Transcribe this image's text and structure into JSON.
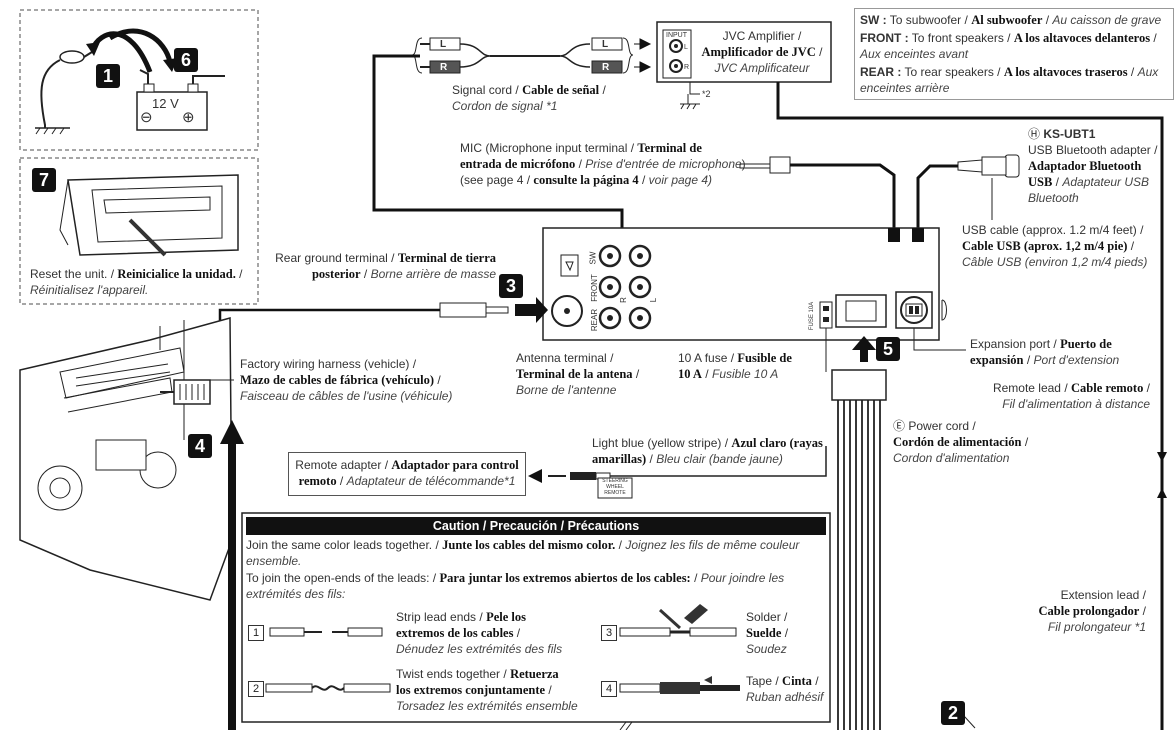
{
  "steps": {
    "s1": "1",
    "s2": "2",
    "s3": "3",
    "s4": "4",
    "s5": "5",
    "s6": "6",
    "s7": "7"
  },
  "battery": {
    "voltage": "12 V",
    "minus": "⊖",
    "plus": "⊕"
  },
  "reset": {
    "en": "Reset the unit.",
    "es": "Reinicialice la unidad.",
    "fr": "Réinitialisez l'appareil."
  },
  "signal_cord": {
    "en": "Signal cord",
    "es": "Cable de señal",
    "fr": "Cordon de signal",
    "note": "*1"
  },
  "plugs": {
    "left": "L",
    "right": "R"
  },
  "amplifier": {
    "en": "JVC Amplifier",
    "es": "Amplificador de JVC",
    "fr": "JVC Amplificateur",
    "input": "INPUT",
    "l": "L",
    "r": "R",
    "note": "*2"
  },
  "outputs_legend": {
    "sw_key": "SW :",
    "sw_en": "To subwoofer",
    "sw_es": "Al subwoofer",
    "sw_fr": "Au caisson de grave",
    "front_key": "FRONT :",
    "front_en": "To front speakers",
    "front_es": "A los altavoces delanteros",
    "front_fr": "Aux enceintes avant",
    "rear_key": "REAR :",
    "rear_en": "To rear speakers",
    "rear_es": "A los altavoces traseros",
    "rear_fr": "Aux enceintes arrière"
  },
  "mic": {
    "en": "MIC (Microphone input terminal",
    "es1": "Terminal de",
    "es2": "entrada de micrófono",
    "fr": "Prise d'entrée de microphone",
    "see_en": "(see page 4",
    "see_es": "consulte la página 4",
    "see_fr": "voir page 4)"
  },
  "bluetooth": {
    "marker": "Ⓗ",
    "model": "KS-UBT1",
    "en": "USB Bluetooth adapter",
    "es1": "Adaptador Bluetooth",
    "es2": "USB",
    "fr1": "Adaptateur USB",
    "fr2": "Bluetooth"
  },
  "usb_cable": {
    "en": "USB cable (approx. 1.2 m/4 feet)",
    "es": "Cable USB (aprox. 1,2 m/4 pie)",
    "fr": "Câble USB (environ 1,2 m/4 pieds)"
  },
  "rear_ground": {
    "en": "Rear ground terminal",
    "es1": "Terminal de tierra",
    "es2": "posterior",
    "fr": "Borne arrière de masse"
  },
  "jacks": {
    "sw": "SW",
    "front": "FRONT",
    "rear": "REAR",
    "r": "R",
    "l": "L"
  },
  "fuse_label": "FUSE 10A",
  "antenna": {
    "en": "Antenna terminal",
    "es": "Terminal de la antena",
    "fr": "Borne de l'antenne"
  },
  "fuse": {
    "en": "10 A fuse",
    "es1": "Fusible de",
    "es2": "10 A",
    "fr": "Fusible 10 A"
  },
  "expansion": {
    "en": "Expansion port",
    "es1": "Puerto de",
    "es2": "expansión",
    "fr": "Port d'extension"
  },
  "factory": {
    "en": "Factory wiring harness (vehicle)",
    "es": "Mazo de cables de fábrica (vehículo)",
    "fr": "Faisceau de câbles de l'usine (véhicule)"
  },
  "remote_lead": {
    "en": "Remote lead",
    "es": "Cable remoto",
    "fr": "Fil d'alimentation à distance"
  },
  "power_cord": {
    "marker": "Ⓔ",
    "en": "Power cord",
    "es": "Cordón de alimentación",
    "fr": "Cordon d'alimentation"
  },
  "light_blue": {
    "en": "Light blue (yellow stripe)",
    "es1": "Azul claro (rayas",
    "es2": "amarillas)",
    "fr": "Bleu clair (bande jaune)"
  },
  "steering": {
    "l1": "STEERING",
    "l2": "WHEEL",
    "l3": "REMOTE"
  },
  "remote_adapter": {
    "en": "Remote adapter",
    "es1": "Adaptador para control",
    "es2": "remoto",
    "fr": "Adaptateur de télécommande",
    "note": "*1"
  },
  "caution": {
    "title": "Caution / Precaución / Précautions",
    "join_en": "Join the same color leads together.",
    "join_es": "Junte los cables del mismo color.",
    "join_fr1": "Joignez les fils de même couleur",
    "join_fr2": "ensemble.",
    "open_en": "To join the open-ends of the leads:",
    "open_es": "Para juntar los extremos abiertos de los cables:",
    "open_fr1": "Pour joindre les",
    "open_fr2": "extrémités des fils:",
    "steps": [
      {
        "n": "1",
        "en": "Strip lead ends",
        "es1": "Pele los",
        "es2": "extremos de los cables",
        "fr": "Dénudez les extrémités des fils"
      },
      {
        "n": "2",
        "en": "Twist ends together",
        "es1": "Retuerza",
        "es2": "los extremos conjuntamente",
        "fr": "Torsadez les extrémités ensemble"
      },
      {
        "n": "3",
        "en": "Solder",
        "es": "Suelde",
        "fr": "Soudez"
      },
      {
        "n": "4",
        "en": "Tape",
        "es": "Cinta",
        "fr": "Ruban adhésif"
      }
    ]
  },
  "extension": {
    "en": "Extension lead",
    "es": "Cable prolongador",
    "fr": "Fil prolongateur",
    "note": "*1"
  },
  "sep": " / "
}
